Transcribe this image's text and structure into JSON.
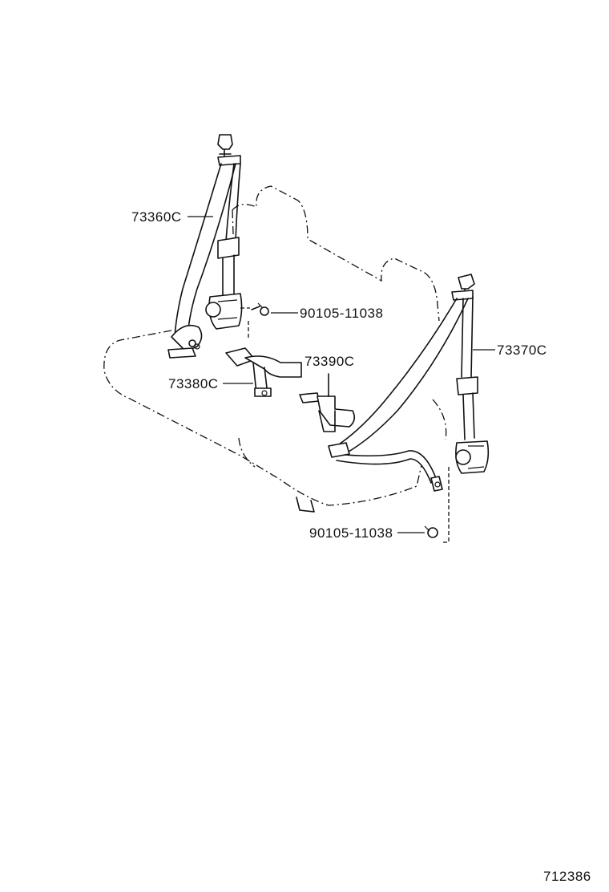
{
  "parts": {
    "seatbelt_left": "73360C",
    "seatbelt_right": "73370C",
    "buckle_left": "73380C",
    "buckle_center": "73390C",
    "bolt_upper": "90105-11038",
    "bolt_lower": "90105-11038"
  },
  "figure_number": "712386"
}
